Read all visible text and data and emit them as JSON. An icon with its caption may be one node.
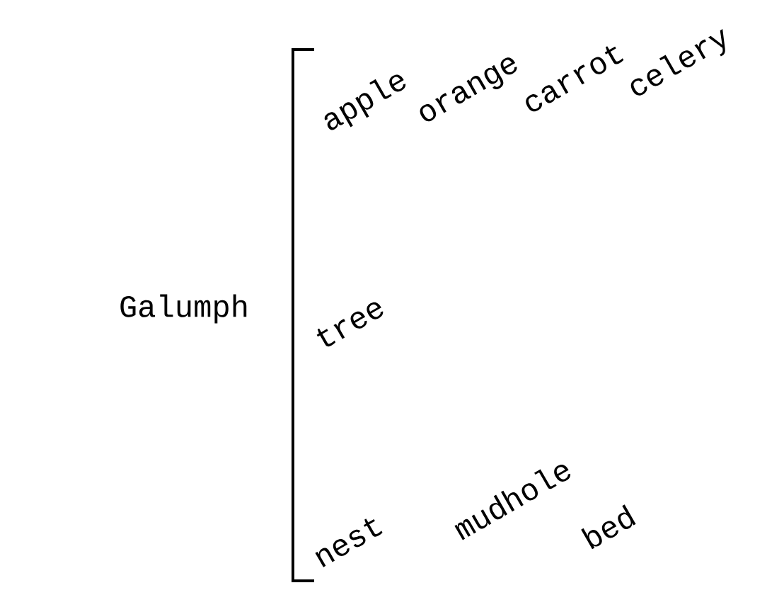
{
  "diagram": {
    "labels": [
      "Galumph",
      "apple",
      "orange",
      "carrot",
      "celery",
      "tree",
      "nest",
      "mudhole",
      "bed"
    ]
  }
}
